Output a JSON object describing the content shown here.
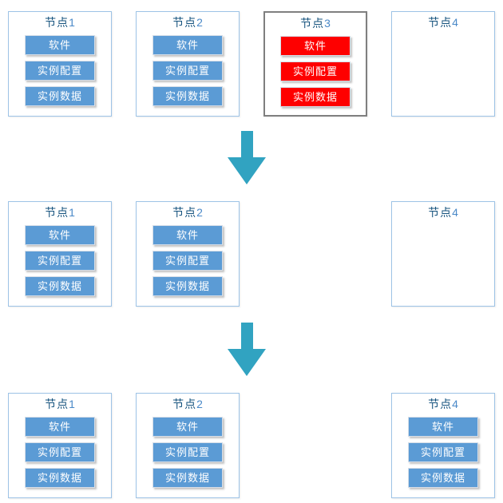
{
  "colors": {
    "node_border": "#9dc3e6",
    "failed_node_border": "#7f7f7f",
    "box_fill_blue": "#5b9bd5",
    "box_fill_red": "#fe0000",
    "box_text": "#ffffff",
    "node_title": "#16537e",
    "node_title_number": "#4a89c8",
    "arrow": "#31a3c1"
  },
  "rows": [
    {
      "nodes": [
        {
          "title": "节点",
          "number": "1",
          "state": "normal",
          "boxes": [
            "软件",
            "实例配置",
            "实例数据"
          ]
        },
        {
          "title": "节点",
          "number": "2",
          "state": "normal",
          "boxes": [
            "软件",
            "实例配置",
            "实例数据"
          ]
        },
        {
          "title": "节点",
          "number": "3",
          "state": "failed",
          "boxes": [
            "软件",
            "实例配置",
            "实例数据"
          ]
        },
        {
          "title": "节点",
          "number": "4",
          "state": "empty",
          "boxes": []
        }
      ]
    },
    {
      "nodes": [
        {
          "title": "节点",
          "number": "1",
          "state": "normal",
          "boxes": [
            "软件",
            "实例配置",
            "实例数据"
          ]
        },
        {
          "title": "节点",
          "number": "2",
          "state": "normal",
          "boxes": [
            "软件",
            "实例配置",
            "实例数据"
          ]
        },
        {
          "title": "节点",
          "number": "4",
          "state": "empty",
          "boxes": []
        }
      ]
    },
    {
      "nodes": [
        {
          "title": "节点",
          "number": "1",
          "state": "normal",
          "boxes": [
            "软件",
            "实例配置",
            "实例数据"
          ]
        },
        {
          "title": "节点",
          "number": "2",
          "state": "normal",
          "boxes": [
            "软件",
            "实例配置",
            "实例数据"
          ]
        },
        {
          "title": "节点",
          "number": "4",
          "state": "normal",
          "boxes": [
            "软件",
            "实例配置",
            "实例数据"
          ]
        }
      ]
    }
  ]
}
